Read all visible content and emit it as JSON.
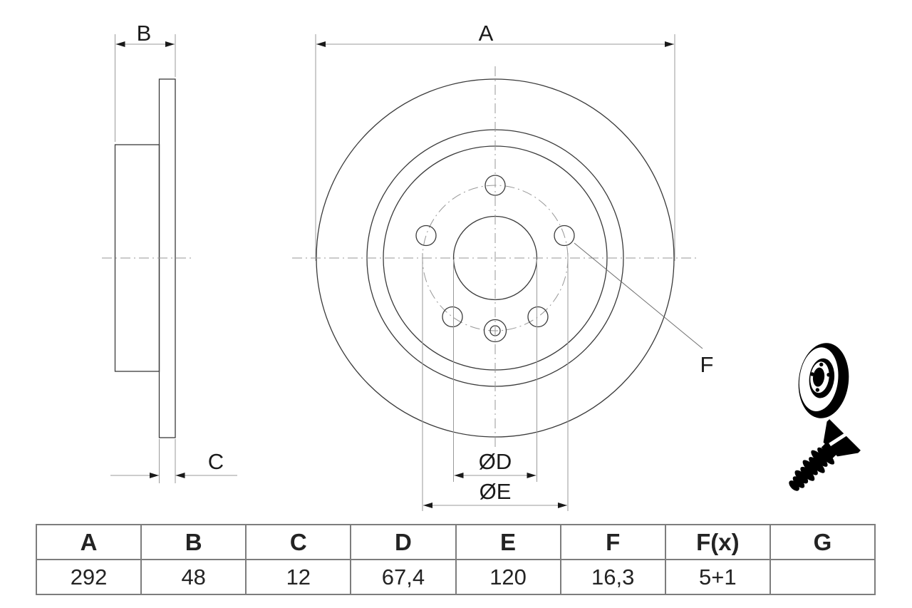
{
  "drawing": {
    "dim_labels": {
      "a": "A",
      "b": "B",
      "c": "C",
      "f": "F",
      "d_bore": "ØD",
      "e_bolt_circle": "ØE"
    }
  },
  "spec_table": {
    "headers": [
      "A",
      "B",
      "C",
      "D",
      "E",
      "F",
      "F(x)",
      "G"
    ],
    "values": [
      "292",
      "48",
      "12",
      "67,4",
      "120",
      "16,3",
      "5+1",
      ""
    ]
  },
  "icons": {
    "disc": "brake-disc-3d-icon",
    "screw": "countersunk-screw-icon"
  },
  "colors": {
    "background": "#ffffff",
    "body_line": "#3a3a3a",
    "dimension_line": "#9a9a9a",
    "arrow": "#1a1a1a",
    "text": "#1a1a1a",
    "table_border": "#7d7d7d",
    "icon": "#000000"
  }
}
